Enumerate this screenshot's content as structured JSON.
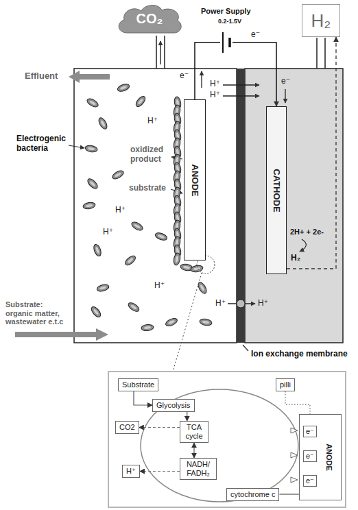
{
  "diagram": {
    "nodes": [
      {
        "text": [
          "CO₂"
        ]
      },
      {
        "text": [
          "H₂"
        ]
      },
      {
        "text": [
          "ANODE"
        ]
      },
      {
        "text": [
          "CATHODE"
        ]
      },
      {
        "text": [
          "Substrate"
        ]
      },
      {
        "text": [
          "pilli"
        ]
      },
      {
        "text": [
          "Glycolysis"
        ]
      },
      {
        "text": [
          "TCA cycle"
        ]
      },
      {
        "text": [
          "CO2"
        ]
      },
      {
        "text": [
          "NADH/ FADH₂"
        ]
      },
      {
        "text": [
          "ANODE"
        ]
      },
      {
        "text": [
          "e⁻"
        ],
        "in": 10
      },
      {
        "text": [
          "e⁻"
        ],
        "in": 10
      },
      {
        "text": [
          "e⁻"
        ],
        "in": 10
      },
      {
        "text": [
          "H⁺"
        ]
      },
      {
        "text": [
          "cytochrome c"
        ]
      }
    ],
    "edges": [
      {
        "from": 2,
        "to": 3,
        "arrow": "to"
      },
      {
        "from": 3,
        "to": 1,
        "arrow": "to"
      },
      {
        "from": 4,
        "to": 6,
        "arrow": "to"
      },
      {
        "from": 6,
        "to": 7,
        "arrow": "to"
      },
      {
        "from": 7,
        "to": 9,
        "arrow": "both"
      },
      {
        "from": 7,
        "to": 8,
        "arrow": "to"
      },
      {
        "from": 9,
        "to": 14,
        "arrow": "to"
      },
      {
        "from": 5,
        "to": 10,
        "arrow": "none"
      },
      {
        "from": 15,
        "to": 10,
        "arrow": "none"
      }
    ],
    "labels": [
      "Power Supply",
      "0.2-1.5V",
      "e⁻",
      "e⁻",
      "e⁻",
      "H⁺",
      "H⁺",
      "Effluent",
      "Electrogenic bacteria",
      "oxidized product",
      "substrate",
      "H⁺",
      "H⁺",
      "H⁺",
      "H⁺",
      "2H+ + 2e-",
      "H₂",
      "Substrate: organic matter, wastewater e.t.c",
      "H⁺",
      "H⁺",
      "Ion exchange membrane"
    ]
  }
}
